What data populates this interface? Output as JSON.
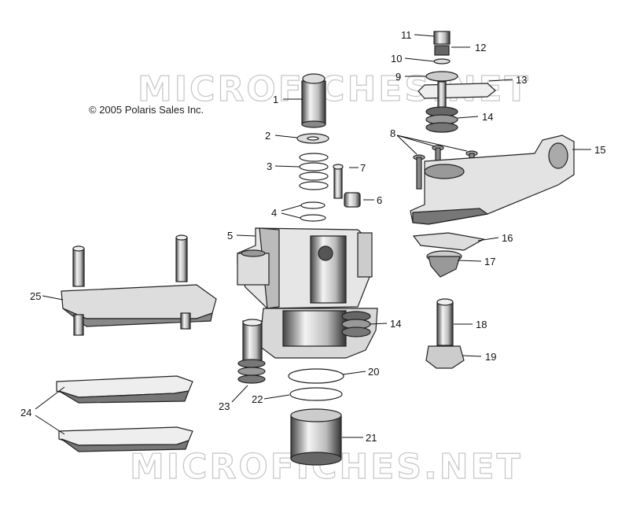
{
  "copyright": "© 2005 Polaris Sales Inc.",
  "watermark": "MICROFICHES.NET",
  "callouts": [
    "1",
    "2",
    "3",
    "4",
    "5",
    "6",
    "7",
    "8",
    "9",
    "10",
    "11",
    "12",
    "13",
    "14",
    "14",
    "15",
    "16",
    "17",
    "18",
    "19",
    "20",
    "21",
    "22",
    "23",
    "24",
    "25"
  ],
  "colors": {
    "line": "#111111",
    "part_fill": "#eeeeee",
    "part_dark": "#555555",
    "watermark": "#c9c9c9"
  }
}
